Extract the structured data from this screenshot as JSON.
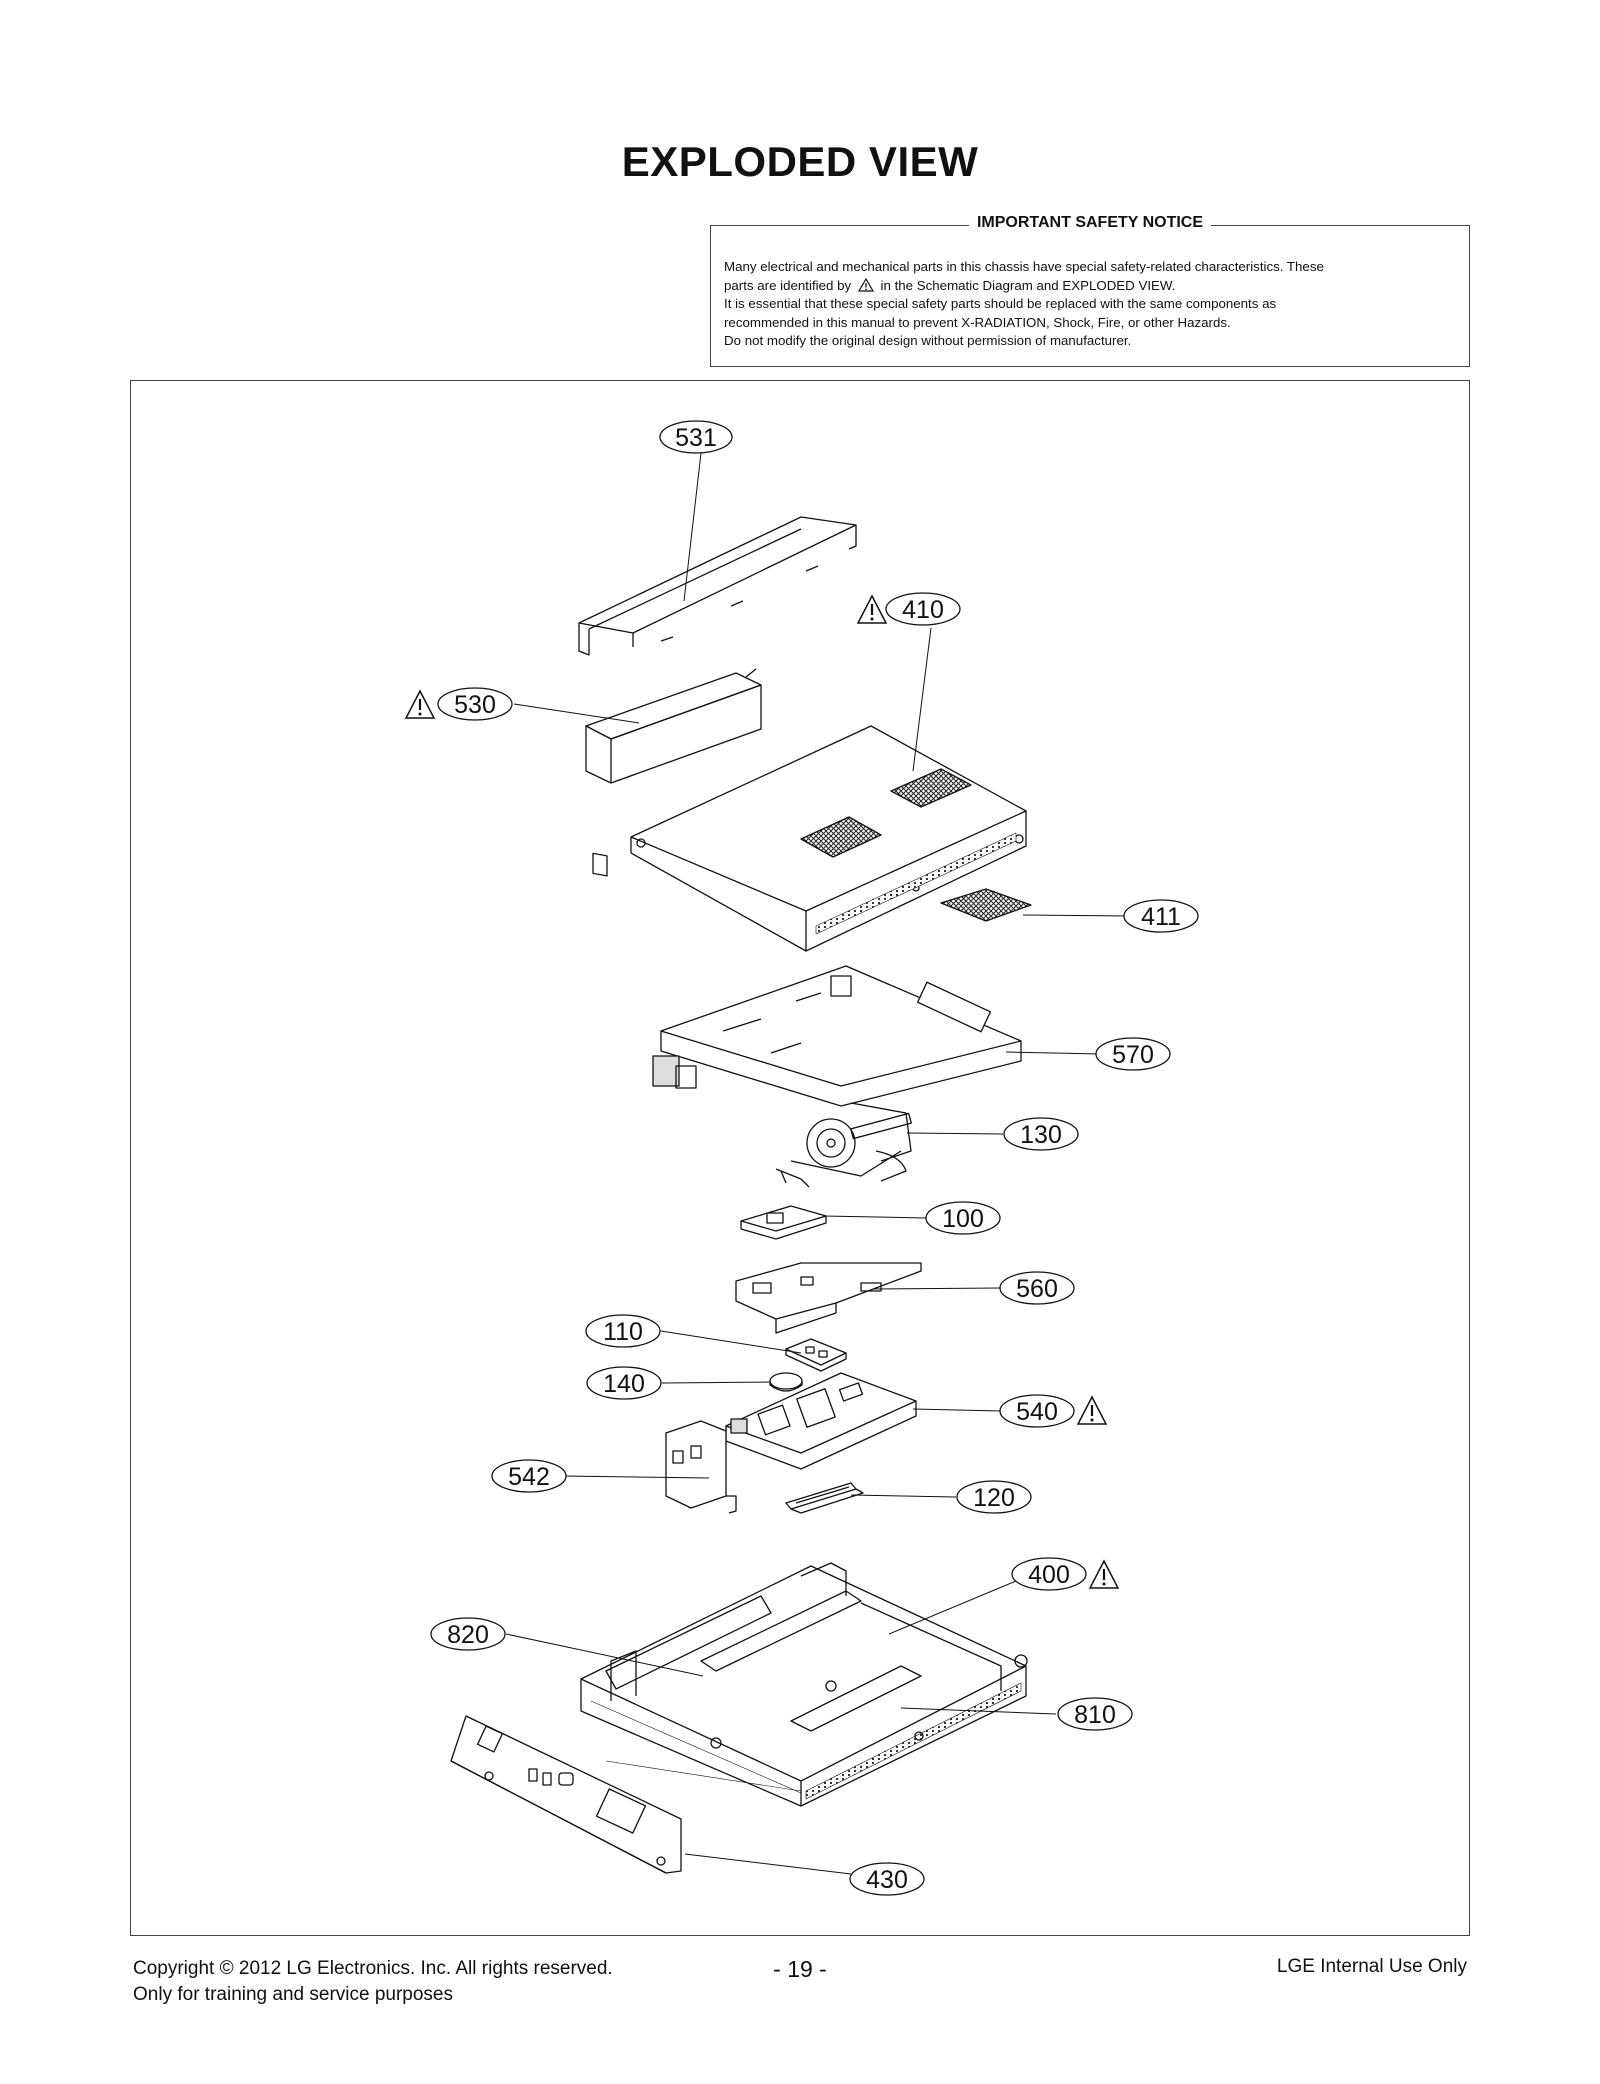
{
  "page": {
    "title": "EXPLODED VIEW"
  },
  "safety_notice": {
    "title": "IMPORTANT SAFETY NOTICE",
    "line1": "Many electrical and mechanical parts in this chassis have special safety-related characteristics. These",
    "line2_a": "parts are identified by",
    "line2_b": "in the Schematic Diagram and EXPLODED VIEW.",
    "line3": "It is essential that these special safety parts should be replaced with the same components as",
    "line4": "recommended in this manual to prevent X-RADIATION, Shock, Fire, or other Hazards.",
    "line5": "Do not modify the original design without permission of manufacturer."
  },
  "parts": [
    {
      "id": "531",
      "safety": false
    },
    {
      "id": "410",
      "safety": true
    },
    {
      "id": "530",
      "safety": true
    },
    {
      "id": "411",
      "safety": false
    },
    {
      "id": "570",
      "safety": false
    },
    {
      "id": "130",
      "safety": false
    },
    {
      "id": "100",
      "safety": false
    },
    {
      "id": "560",
      "safety": false
    },
    {
      "id": "110",
      "safety": false
    },
    {
      "id": "140",
      "safety": false
    },
    {
      "id": "540",
      "safety": true
    },
    {
      "id": "542",
      "safety": false
    },
    {
      "id": "120",
      "safety": false
    },
    {
      "id": "400",
      "safety": true
    },
    {
      "id": "820",
      "safety": false
    },
    {
      "id": "810",
      "safety": false
    },
    {
      "id": "430",
      "safety": false
    }
  ],
  "footer": {
    "copyright": "Copyright  © 2012  LG Electronics. Inc. All rights reserved.",
    "usage": "Only for training and service purposes",
    "page_number": "- 19 -",
    "classification": "LGE Internal Use Only"
  }
}
